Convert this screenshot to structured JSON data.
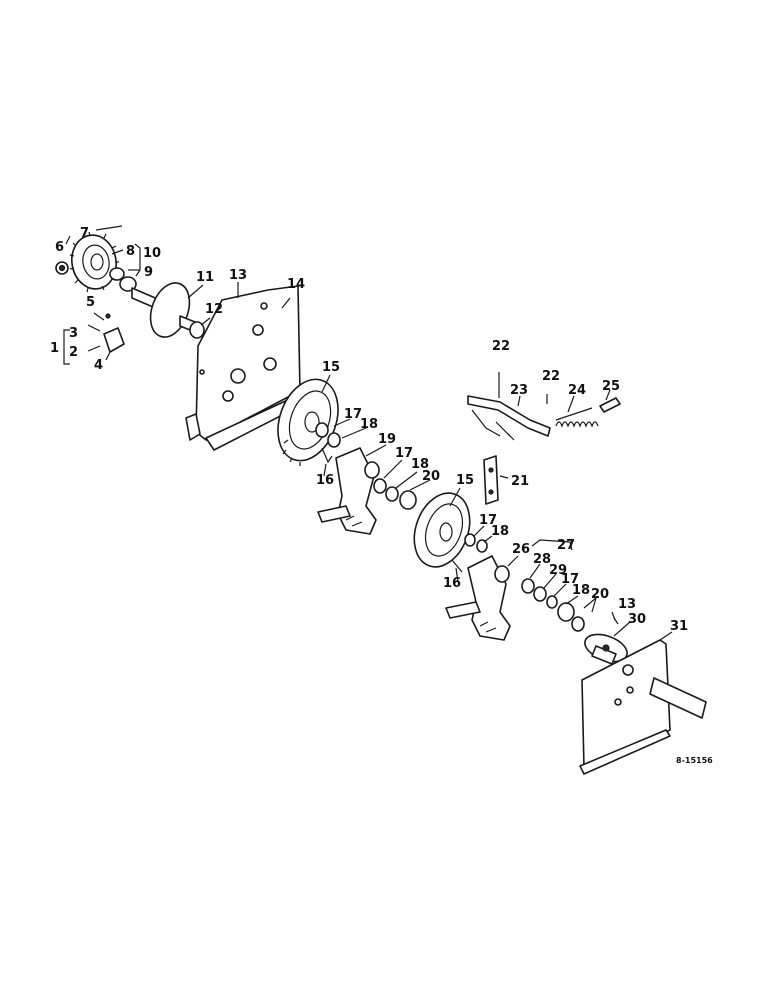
{
  "figure_ref": "8-15156",
  "callouts": {
    "c1": "1",
    "c2": "2",
    "c3": "3",
    "c4": "4",
    "c5": "5",
    "c6": "6",
    "c7": "7",
    "c8": "8",
    "c9": "9",
    "c10": "10",
    "c11": "11",
    "c12": "12",
    "c13a": "13",
    "c13b": "13",
    "c14": "14",
    "c15a": "15",
    "c15b": "15",
    "c16a": "16",
    "c16b": "16",
    "c17a": "17",
    "c17b": "17",
    "c17c": "17",
    "c17d": "17",
    "c18a": "18",
    "c18b": "18",
    "c18c": "18",
    "c18d": "18",
    "c19": "19",
    "c20a": "20",
    "c20b": "20",
    "c21": "21",
    "c22a": "22",
    "c22b": "22",
    "c23": "23",
    "c24": "24",
    "c25": "25",
    "c26": "26",
    "c27": "27",
    "c28": "28",
    "c29": "29",
    "c30": "30",
    "c31": "31"
  }
}
